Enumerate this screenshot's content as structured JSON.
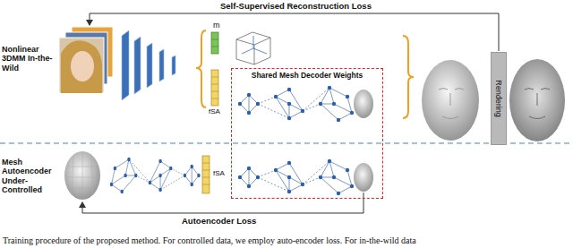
{
  "diagram": {
    "caption": "Training procedure of the proposed method. For controlled data, we employ auto-encoder loss. For in-the-wild data",
    "nodes": [
      {
        "text": [
          "Shared Mesh Decoder Weights"
        ]
      },
      {
        "text": [
          "Rendering"
        ]
      }
    ],
    "labels": [
      "Self-Supervised Reconstruction Loss",
      "Nonlinear 3DMM In-the-Wild",
      "m",
      "fSA",
      "Mesh Autoencoder Under-Controlled",
      "fSA",
      "Autoencoder Loss"
    ]
  }
}
